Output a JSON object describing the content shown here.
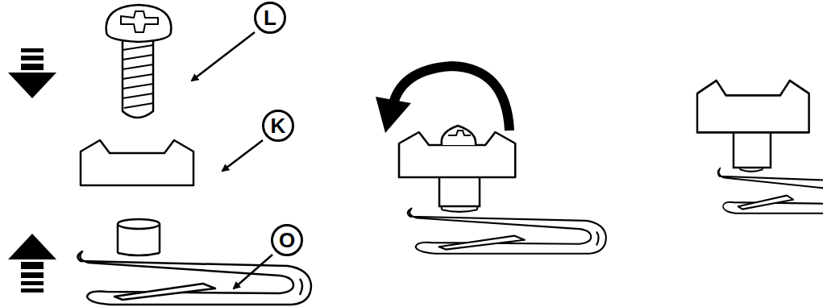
{
  "diagram": {
    "nodes": [
      {
        "text": [
          "L"
        ]
      },
      {
        "text": [
          "K"
        ]
      },
      {
        "text": [
          "O"
        ]
      }
    ]
  }
}
